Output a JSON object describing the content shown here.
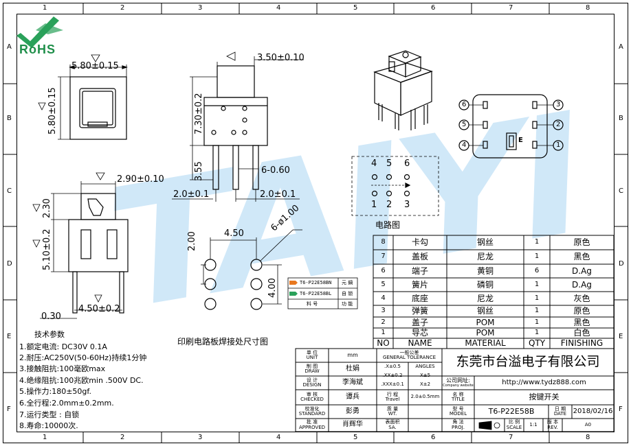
{
  "frame": {
    "columns": [
      "1",
      "2",
      "3",
      "4",
      "5",
      "6",
      "7",
      "8"
    ],
    "rows": [
      "A",
      "B",
      "C",
      "D",
      "E",
      "F"
    ]
  },
  "logo": {
    "text": "RoHS"
  },
  "watermark": {
    "text": "TAIYI"
  },
  "views": {
    "top": {
      "dim_w": "5.80±0.15",
      "dim_h": "5.80±0.15"
    },
    "front": {
      "dim_top": "3.50±0.10",
      "dim_body": "7.30±0.2",
      "dim_pin": "3.55",
      "dim_pin_d": "6-0.60",
      "dim_pitch_left": "2.0±0.1",
      "dim_pitch_right": "2.0±0.1"
    },
    "side": {
      "dim_top": "2.90±0.10",
      "dim_cap": "2.30",
      "dim_body": "5.10±0.2",
      "dim_bottom": "4.50±0.2",
      "dim_pin": "0.30"
    },
    "pcb": {
      "dim_pitch_x": "4.50",
      "dim_pitch_y": "2.00",
      "dim_row": "4.00",
      "dim_hole": "6-ø1.00",
      "caption": "印刷电路板焊接处尺寸图"
    },
    "circuit": {
      "title": "电路图",
      "top_nums": [
        "4",
        "5",
        "6"
      ],
      "bottom_nums": [
        "1",
        "2",
        "3"
      ]
    },
    "pinout": {
      "left_nums": [
        "6",
        "5",
        "4"
      ],
      "right_nums": [
        "3",
        "2",
        "1"
      ],
      "mark": "E"
    }
  },
  "legend_small": {
    "rows": [
      [
        "T6-P22E58BN",
        "元 鍋"
      ],
      [
        "T6-P22E58BL",
        "自 锁"
      ]
    ],
    "footer": [
      "料 号",
      "功 能"
    ]
  },
  "bom": {
    "headers": [
      "NO",
      "NAME",
      "MATERIAL",
      "QTY",
      "FINISHING"
    ],
    "rows": [
      [
        "8",
        "卡勾",
        "钢丝",
        "1",
        "原色"
      ],
      [
        "7",
        "盖板",
        "尼龙",
        "1",
        "黑色"
      ],
      [
        "6",
        "端子",
        "黄铜",
        "6",
        "D.Ag"
      ],
      [
        "5",
        "簧片",
        "磷铜",
        "1",
        "D.Ag"
      ],
      [
        "4",
        "底座",
        "尼龙",
        "1",
        "灰色"
      ],
      [
        "3",
        "弹簧",
        "钢丝",
        "1",
        "原色"
      ],
      [
        "2",
        "盖子",
        "POM",
        "1",
        "黑色"
      ],
      [
        "1",
        "导芯",
        "POM",
        "1",
        "白色"
      ]
    ]
  },
  "tech": {
    "title": "技术参数",
    "lines": [
      "1.额定电流: DC30V  0.1A",
      "2.耐压:AC250V(50-60Hz)持续1分钟",
      "3.接触阻抗:100毫欧max",
      "4.绝缘阻抗:100兆欧min .500V DC.",
      "5.操作力:180±50gf.",
      "6.全行程:2.0mm±0.2mm.",
      "7.运行类型 : 自锁",
      "8.寿命:10000次."
    ]
  },
  "title_block": {
    "labels": [
      {
        "cn": "单 位",
        "en": "UNIT"
      },
      {
        "cn": "制 图",
        "en": "DRAW"
      },
      {
        "cn": "设 计",
        "en": "DESIGN"
      },
      {
        "cn": "审 核",
        "en": "CHECKED"
      },
      {
        "cn": "校准化",
        "en": "STANDARD"
      },
      {
        "cn": "批 准",
        "en": "APPROVED"
      }
    ],
    "values": [
      "mm",
      "杜娟",
      "李海斌",
      "谭兵",
      "彭勇",
      "肖辉华"
    ],
    "tolerance": {
      "cn": "一般公差",
      "en": "GENERAL TOLERANCE",
      "rows": [
        [
          ".X±0.5",
          "ANGLES"
        ],
        [
          ".XX±0.2",
          "X±5"
        ],
        [
          ".XXX±0.1",
          "X±2"
        ]
      ]
    },
    "travel": {
      "cn": "行 程",
      "en": "Travel",
      "value": "2.0±0.5mm"
    },
    "quality": {
      "cn": "质 量",
      "en": "WT."
    },
    "surface": {
      "cn": "表面积",
      "en": "SA."
    },
    "company": "东莞市台溢电子有限公司",
    "website_label": {
      "cn": "公司网址:",
      "en": "Company website"
    },
    "website": "http://www.tydz888.com",
    "name_label": {
      "cn": "名 称",
      "en": "TITLE"
    },
    "name": "按键开关",
    "model_label": {
      "cn": "型 号",
      "en": "MODEL"
    },
    "model": "T6-P22E58B",
    "date_label": {
      "cn": "日 期",
      "en": "DATE"
    },
    "date": "2018/02/16",
    "proj_label": {
      "cn": "角 法",
      "en": "PROJ."
    },
    "scale_label": {
      "cn": "比 例",
      "en": "SCALE"
    },
    "scale": "1:1",
    "rev_label": {
      "cn": "版 本",
      "en": "REV."
    },
    "rev": "A0"
  }
}
